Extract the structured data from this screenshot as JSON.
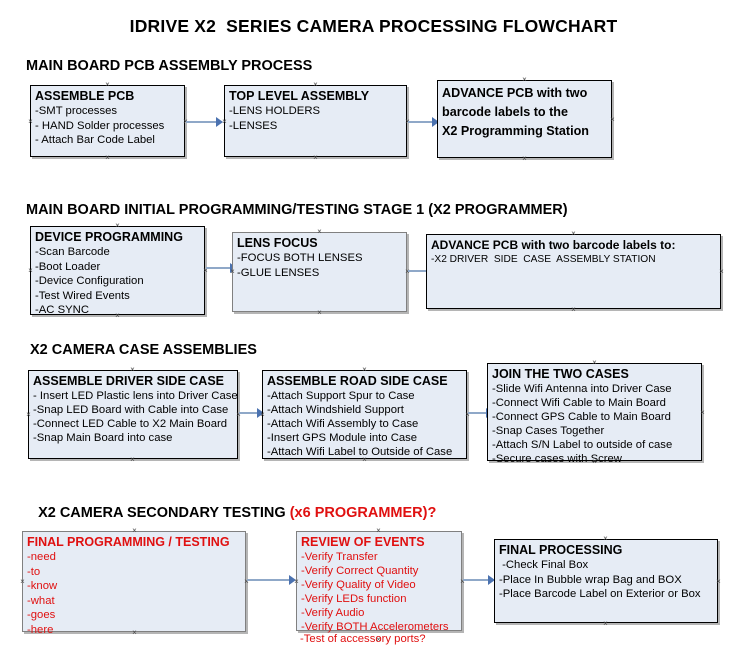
{
  "title": "IDRIVE X2  SERIES CAMERA PROCESSING FLOWCHART",
  "colors": {
    "box_fill": "#e6ecf5",
    "box_border_black": "#000000",
    "box_border_gray": "#808080",
    "arrow_shaft": "#8fa8c8",
    "arrow_head": "#4b72b0",
    "accent_red": "#e01010"
  },
  "sections": [
    {
      "heading": "MAIN BOARD PCB ASSEMBLY PROCESS",
      "heading_accent": "",
      "boxes": [
        {
          "title": "ASSEMBLE PCB",
          "lines": [
            "-SMT processes",
            "- HAND Solder processes",
            "- Attach Bar Code Label"
          ]
        },
        {
          "title": "TOP LEVEL ASSEMBLY",
          "lines": [
            "-LENS HOLDERS",
            "-LENSES"
          ]
        },
        {
          "title_block": "ADVANCE PCB with two\nbarcode labels to the\n X2 Programming Station",
          "lines": []
        }
      ]
    },
    {
      "heading": "MAIN BOARD INITIAL PROGRAMMING/TESTING STAGE 1 (X2 PROGRAMMER)",
      "heading_accent": "",
      "boxes": [
        {
          "title": "DEVICE PROGRAMMING",
          "lines": [
            "-Scan Barcode",
            "-Boot Loader",
            "-Device Configuration",
            "-Test Wired Events",
            "-AC SYNC"
          ]
        },
        {
          "title": "LENS FOCUS",
          "lines": [
            "-FOCUS BOTH LENSES",
            "-GLUE LENSES"
          ]
        },
        {
          "title": "ADVANCE PCB with two barcode labels to:",
          "lines": [
            "-X2 DRIVER  SIDE  CASE  ASSEMBLY STATION"
          ]
        }
      ]
    },
    {
      "heading": "X2 CAMERA CASE ASSEMBLIES",
      "heading_accent": "",
      "boxes": [
        {
          "title": "ASSEMBLE DRIVER SIDE CASE",
          "lines": [
            "- Insert LED Plastic lens into Driver Case",
            "-Snap LED Board with Cable into Case",
            "-Connect LED Cable to X2 Main Board",
            "-Snap Main Board into case"
          ]
        },
        {
          "title": "ASSEMBLE ROAD SIDE CASE",
          "lines": [
            "-Attach Support Spur to Case",
            "-Attach Windshield Support",
            "-Attach Wifi Assembly to Case",
            "-Insert GPS Module into Case",
            "-Attach Wifi Label to Outside of Case"
          ]
        },
        {
          "title": "JOIN THE TWO CASES",
          "lines": [
            "-Slide Wifi Antenna into Driver Case",
            "-Connect Wifi Cable to Main Board",
            "-Connect GPS Cable to Main Board",
            "-Snap Cases Together",
            "-Attach S/N Label to outside of case",
            "-Secure cases with Screw"
          ]
        }
      ]
    },
    {
      "heading": "X2 CAMERA SECONDARY TESTING ",
      "heading_accent": "(x6 PROGRAMMER)?",
      "boxes": [
        {
          "title": "FINAL PROGRAMMING / TESTING",
          "lines": [
            "-need",
            "-to",
            "-know",
            "-what",
            "-goes",
            "-here"
          ]
        },
        {
          "title": "REVIEW OF EVENTS",
          "lines": [
            "-Verify Transfer",
            "-Verify Correct Quantity",
            "-Verify Quality of Video",
            "-Verify LEDs function",
            "-Verify Audio",
            "-Verify BOTH Accelerometers"
          ],
          "overflow_line": "-Test of accessory ports?"
        },
        {
          "title": "FINAL PROCESSING",
          "lines": [
            " -Check Final Box",
            "-Place In Bubble wrap Bag and BOX",
            "-Place Barcode Label on Exterior or Box"
          ]
        }
      ]
    }
  ]
}
